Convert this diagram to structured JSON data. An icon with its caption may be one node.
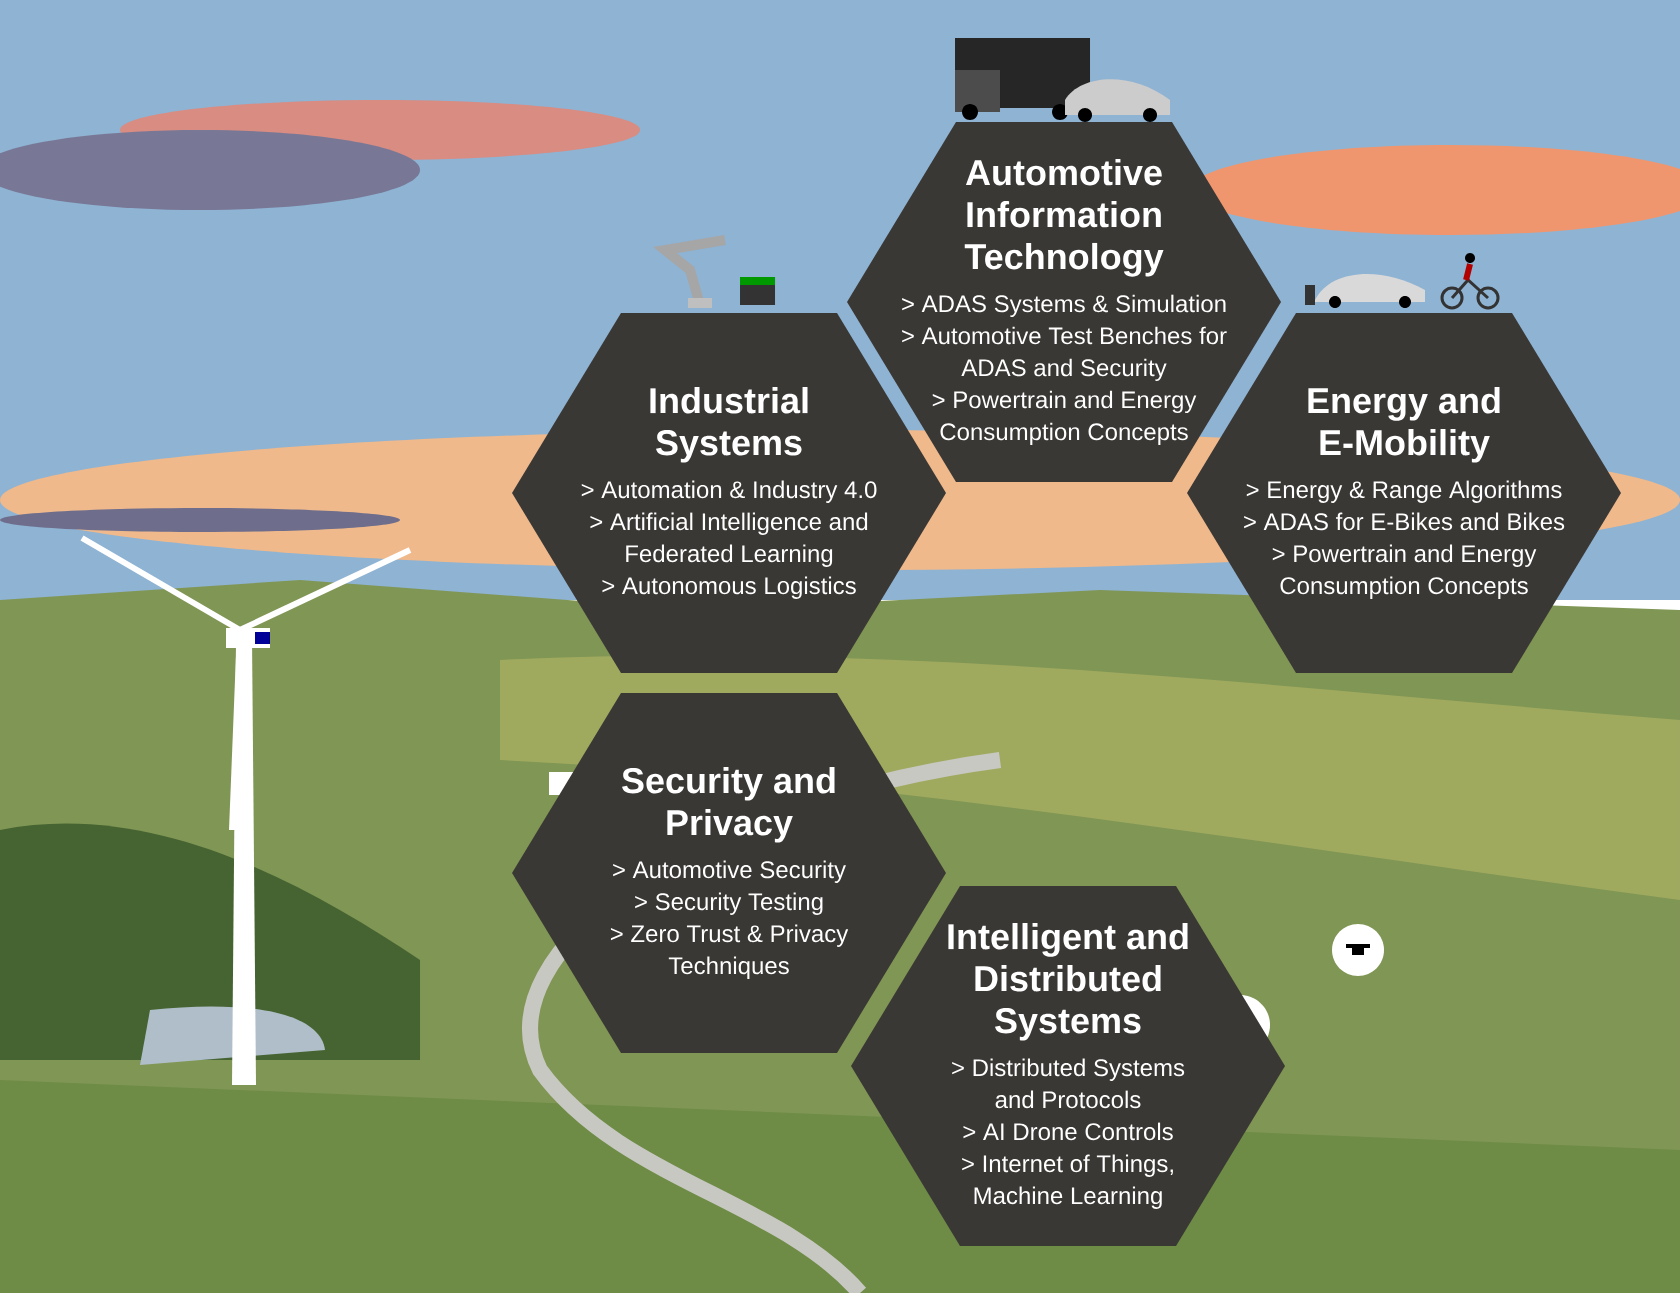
{
  "diagram": {
    "nodes": [
      {
        "text": [
          "Automotive Information Technology",
          "> ADAS Systems & Simulation",
          "> Automotive Test Benches for ADAS and Security",
          "> Powertrain and Energy Consumption Concepts"
        ]
      },
      {
        "text": [
          "Industrial Systems",
          "> Automation & Industry 4.0",
          "> Artificial Intelligence and Federated Learning",
          "> Autonomous Logistics"
        ]
      },
      {
        "text": [
          "Energy and E-Mobility",
          "> Energy & Range Algorithms",
          "> ADAS for E-Bikes and Bikes",
          "> Powertrain and Energy Consumption Concepts"
        ]
      },
      {
        "text": [
          "Security and Privacy",
          "> Automotive Security",
          "> Security Testing",
          "> Zero Trust & Privacy Techniques"
        ]
      },
      {
        "text": [
          "Intelligent and Distributed Systems",
          "> Distributed Systems and Protocols",
          "> AI Drone Controls",
          "> Internet of Things, Machine Learning"
        ]
      }
    ]
  }
}
